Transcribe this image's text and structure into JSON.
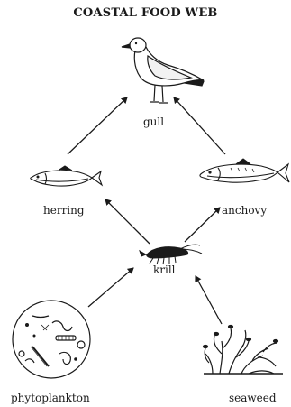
{
  "title": "COASTAL FOOD WEB",
  "organisms": {
    "gull": "gull",
    "herring": "herring",
    "anchovy": "anchovy",
    "krill": "krill",
    "phytoplankton": "phytoplankton",
    "seaweed": "seaweed"
  },
  "links": [
    {
      "from": "herring",
      "to": "gull"
    },
    {
      "from": "anchovy",
      "to": "gull"
    },
    {
      "from": "krill",
      "to": "herring"
    },
    {
      "from": "krill",
      "to": "anchovy"
    },
    {
      "from": "phytoplankton",
      "to": "krill"
    },
    {
      "from": "seaweed",
      "to": "krill"
    }
  ],
  "colors": {
    "ink": "#1a1a1a",
    "background": "#ffffff"
  }
}
